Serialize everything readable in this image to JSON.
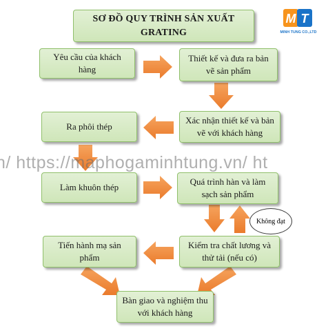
{
  "title": "SƠ ĐỒ QUY TRÌNH SẢN XUẤT GRATING",
  "logo": {
    "letters": "MT",
    "text": "MINH TUNG CO.,LTD",
    "colors": [
      "#f7941d",
      "#1a73c8"
    ]
  },
  "watermark": "n/    https://maphogaminhtung.vn/    ht",
  "nodes": {
    "customer_request": "Yêu cầu của khách hàng",
    "design": "Thiết kế và đưa ra bản vẽ sản phẩm",
    "confirm": "Xác nhận thiết kế và bản vẽ với khách hàng",
    "blank": "Ra phôi thép",
    "mold": "Làm khuôn thép",
    "weld": "Quá trình hàn và làm sạch sản phẩm",
    "plating": "Tiến hành mạ sản phẩm",
    "inspect": "Kiểm tra chất lương và thử tải (nếu có)",
    "handover": "Bàn giao và nghiệm thu với khách hàng"
  },
  "callout": "Không đạt",
  "colors": {
    "box_fill": "#d8ebc7",
    "box_border": "#8fbf6a",
    "arrow": "#f08a3c"
  }
}
